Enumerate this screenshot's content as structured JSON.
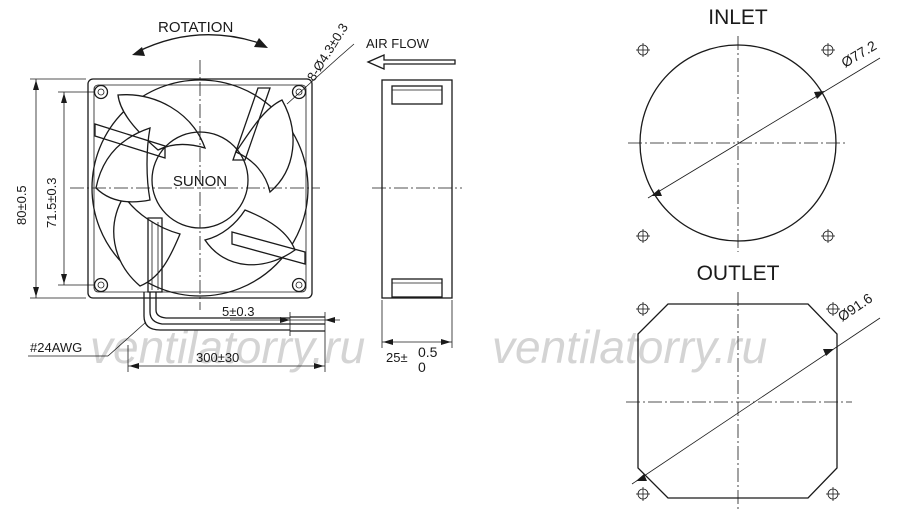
{
  "labels": {
    "rotation": "ROTATION",
    "air_flow": "AIR FLOW",
    "hole_spec": "8-Ø4.3±0.3",
    "brand": "SUNON",
    "height_dim": "80±0.5",
    "hole_pitch_dim": "71.5±0.3",
    "wire_gauge": "#24AWG",
    "strip_length": "5±0.3",
    "lead_length": "300±30",
    "depth_base": "25±",
    "depth_tol_upper": "0.5",
    "depth_tol_lower": "0",
    "inlet_title": "INLET",
    "inlet_diameter": "Ø77.2",
    "outlet_title": "OUTLET",
    "outlet_diameter": "Ø91.6"
  },
  "watermarks": [
    "ventilatorry.ru",
    "ventilatorry.ru"
  ],
  "colors": {
    "line": "#1a1a1a",
    "watermark": "#d4d4d4",
    "background": "#ffffff"
  }
}
